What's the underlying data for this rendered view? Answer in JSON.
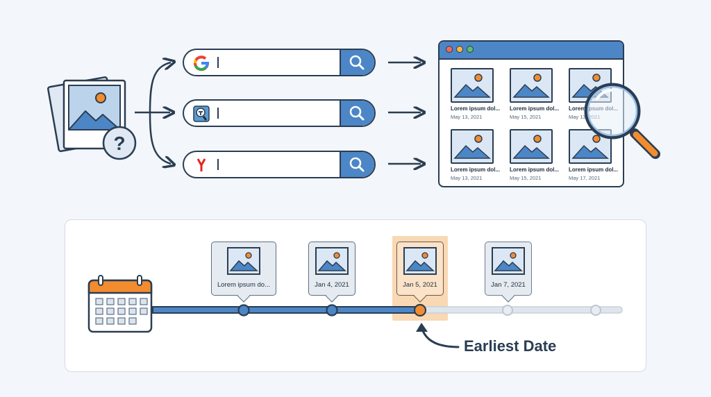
{
  "search_engines": [
    {
      "name": "Google",
      "icon": "google-icon"
    },
    {
      "name": "TinEye",
      "icon": "tineye-icon"
    },
    {
      "name": "Yandex",
      "icon": "yandex-icon"
    }
  ],
  "results_grid": [
    {
      "title": "Lorem ipsum dol...",
      "date": "May 13, 2021"
    },
    {
      "title": "Lorem ipsum dol...",
      "date": "May 15, 2021"
    },
    {
      "title": "Lorem ipsum dol...",
      "date": "May 13, 2021"
    },
    {
      "title": "Lorem ipsum dol...",
      "date": "May 13, 2021"
    },
    {
      "title": "Lorem ipsum dol...",
      "date": "May 15, 2021"
    },
    {
      "title": "Lorem ipsum dol...",
      "date": "May 17, 2021"
    }
  ],
  "timeline": {
    "cards": [
      {
        "label": "Lorem ipsum do..."
      },
      {
        "label": "Jan 4, 2021"
      },
      {
        "label": "Jan 5, 2021"
      },
      {
        "label": "Jan 7, 2021"
      }
    ],
    "earliest_label": "Earliest Date"
  },
  "colors": {
    "accent_blue": "#4c86c6",
    "highlight_orange": "#f28c2e",
    "outline": "#2a3d52"
  }
}
